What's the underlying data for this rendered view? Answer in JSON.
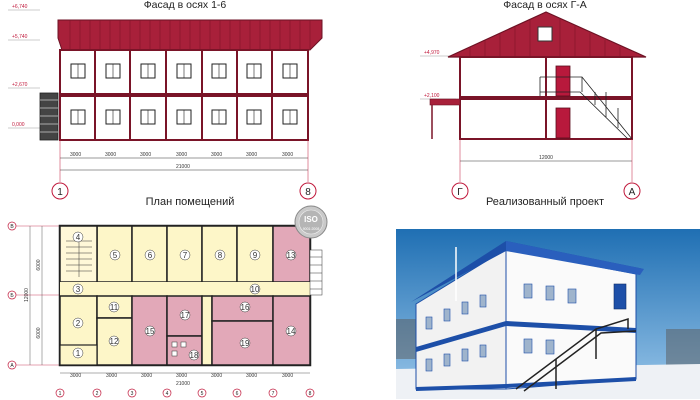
{
  "facade_1_6": {
    "title": "Фасад в осях 1-6",
    "level_marks": [
      "+6,740",
      "+5,740",
      "+2,670",
      "0,000"
    ],
    "spans": [
      "3000",
      "3000",
      "3000",
      "3000",
      "3000",
      "3000",
      "3000"
    ],
    "total": "21000",
    "axes": [
      "1",
      "8"
    ]
  },
  "facade_g_a": {
    "title": "Фасад в осях Г-А",
    "level_marks": [
      "+4,970",
      "+2,100"
    ],
    "total": "12000",
    "axes": [
      "Г",
      "А"
    ]
  },
  "plan": {
    "title": "План помещений",
    "badge": {
      "top": "ISO",
      "bottom": "9001:2008"
    },
    "rooms": [
      "1",
      "2",
      "3",
      "4",
      "5",
      "6",
      "7",
      "8",
      "9",
      "10",
      "11",
      "12",
      "13",
      "14",
      "15",
      "16",
      "17",
      "18",
      "19"
    ],
    "row_axes": [
      "В",
      "Б",
      "А"
    ],
    "col_axes": [
      "1",
      "2",
      "3",
      "4",
      "5",
      "6",
      "7",
      "8"
    ],
    "row_dims": {
      "upper": "6000",
      "lower": "6000",
      "total": "12000"
    },
    "spans": [
      "3000",
      "3000",
      "3000",
      "3000",
      "3000",
      "3000",
      "3000"
    ],
    "total": "21000"
  },
  "photo": {
    "title": "Реализованный проект"
  },
  "colors": {
    "roof": "#a8203a",
    "door": "#b8193c",
    "frame": "#7a1428",
    "room_yellow": "#fdf6c8",
    "room_pink": "#e2a8b8",
    "sky": "#1f6fb3",
    "building_blue": "#1d4fa8"
  }
}
